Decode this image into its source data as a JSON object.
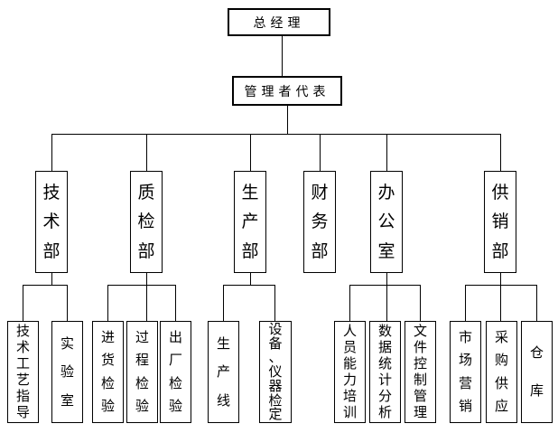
{
  "org_chart": {
    "root": {
      "label": "总经理"
    },
    "representative": {
      "label": "管理者代表"
    },
    "departments": [
      {
        "label": "技术部",
        "children": [
          "技术工艺指导",
          "实验室"
        ]
      },
      {
        "label": "质检部",
        "children": [
          "进货检验",
          "过程检验",
          "出厂检验"
        ]
      },
      {
        "label": "生产部",
        "children": [
          "生产线",
          "设备、仪器检定"
        ]
      },
      {
        "label": "财务部",
        "children": []
      },
      {
        "label": "办公室",
        "children": [
          "人员能力培训",
          "数据统计分析",
          "文件控制管理"
        ]
      },
      {
        "label": "供销部",
        "children": [
          "市场营销",
          "采购供应",
          "仓库"
        ]
      }
    ],
    "colors": {
      "background": "#ffffff",
      "line": "#000000",
      "border": "#000000",
      "text": "#000000"
    }
  }
}
